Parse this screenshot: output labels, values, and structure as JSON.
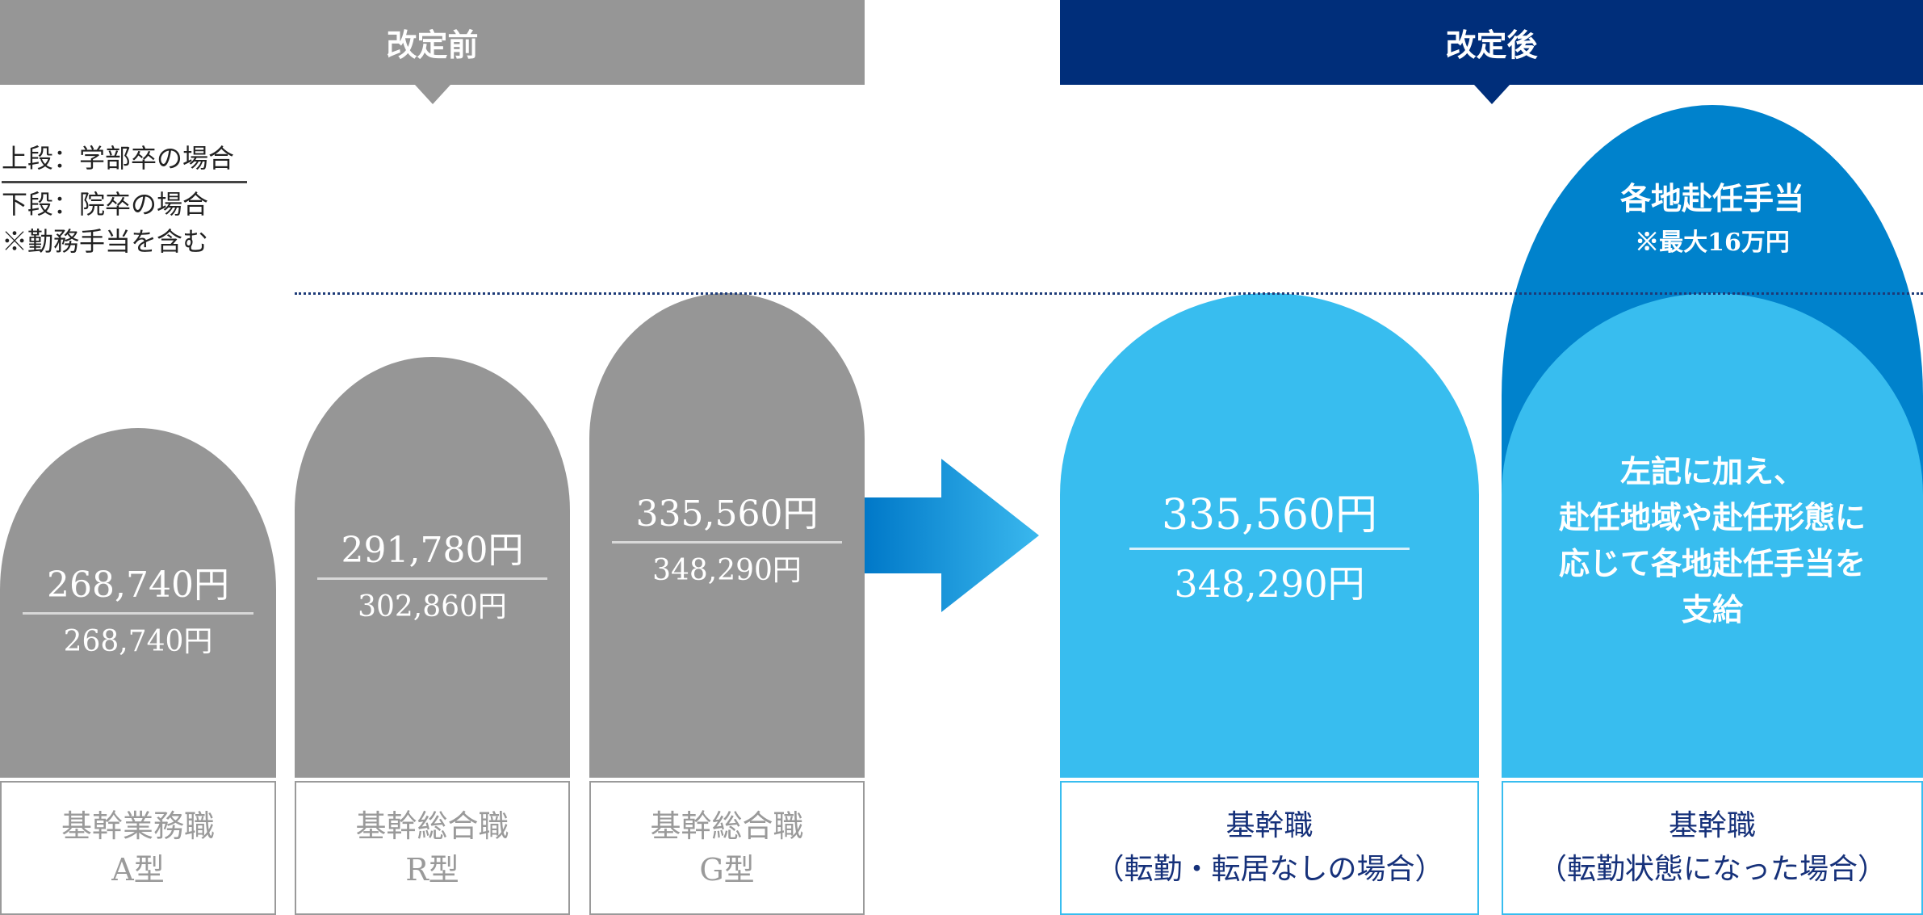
{
  "banners": {
    "before": "改定前",
    "after": "改定後"
  },
  "legend": {
    "line1": "上段：学部卒の場合",
    "line2": "下段：院卒の場合",
    "line3": "※勤務手当を含む"
  },
  "before_columns": [
    {
      "top_value": "268,740円",
      "bottom_value": "268,740円",
      "label1": "基幹業務職",
      "label2": "A型"
    },
    {
      "top_value": "291,780円",
      "bottom_value": "302,860円",
      "label1": "基幹総合職",
      "label2": "R型"
    },
    {
      "top_value": "335,560円",
      "bottom_value": "348,290円",
      "label1": "基幹総合職",
      "label2": "G型"
    }
  ],
  "after_columns": [
    {
      "top_value": "335,560円",
      "bottom_value": "348,290円",
      "label1": "基幹職",
      "label2": "（転勤・転居なしの場合）"
    },
    {
      "allowance_title": "各地赴任手当",
      "allowance_note": "※最大16万円",
      "desc": [
        "左記に加え、",
        "赴任地域や赴任形態に",
        "応じて各地赴任手当を",
        "支給"
      ],
      "label1": "基幹職",
      "label2": "（転勤状態になった場合）"
    }
  ],
  "colors": {
    "gray": "#969696",
    "navy": "#002e7a",
    "light_blue": "#38bdef",
    "dark_blue": "#0082cc"
  }
}
